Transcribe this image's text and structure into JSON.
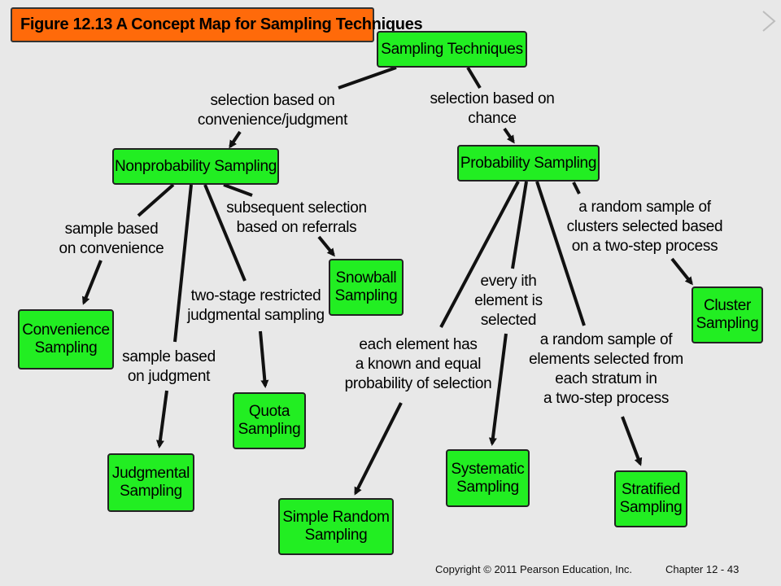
{
  "title": "Figure 12.13   A Concept Map for Sampling Techniques",
  "nodes": {
    "root": "Sampling Techniques",
    "nonprob": "Nonprobability Sampling",
    "prob": "Probability Sampling",
    "convenience": "Convenience\nSampling",
    "judgmental": "Judgmental\nSampling",
    "quota": "Quota\nSampling",
    "snowball": "Snowball\nSampling",
    "simple": "Simple Random\nSampling",
    "systematic": "Systematic\nSampling",
    "stratified": "Stratified\nSampling",
    "cluster": "Cluster\nSampling"
  },
  "edge_labels": {
    "convenience_judgment": "selection based on\nconvenience/judgment",
    "chance": "selection based on\nchance",
    "sample_convenience": "sample based\non convenience",
    "sample_judgment": "sample based\non judgment",
    "two_stage": "two-stage restricted\njudgmental sampling",
    "referrals": "subsequent selection\nbased on referrals",
    "known_equal": "each element has\na known and equal\nprobability of selection",
    "every_ith": "every ith\nelement is\nselected",
    "stratum": "a random sample of\nelements selected from\neach stratum in\na two-step process",
    "clusters": "a random sample of\nclusters selected based\non a two-step process"
  },
  "footer": {
    "copyright": "Copyright © 2011 Pearson Education, Inc.",
    "chapter": "Chapter  12 - 43"
  },
  "colors": {
    "node_fill": "#22ee22",
    "title_fill": "#ff6a0a",
    "background": "#e8e8e8",
    "line": "#111111"
  }
}
